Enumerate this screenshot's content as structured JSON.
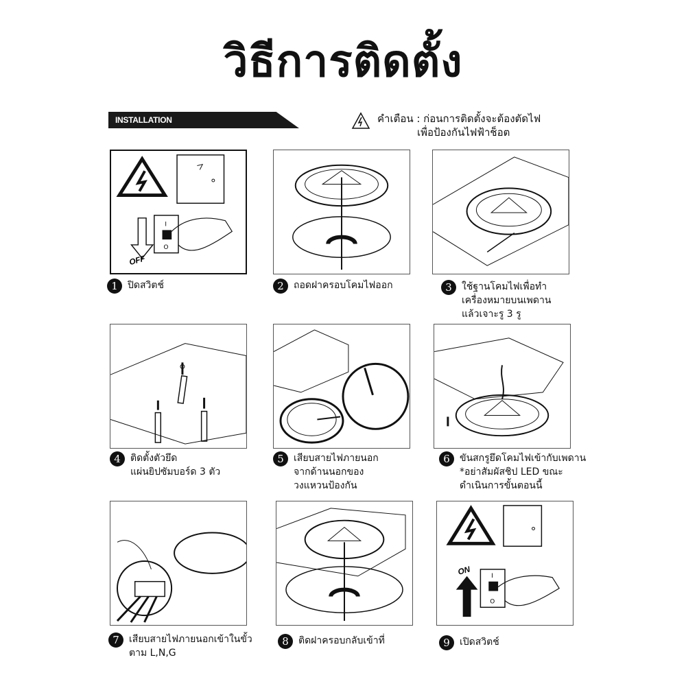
{
  "title": "วิธีการติดตั้ง",
  "banner": "INSTALLATION",
  "warning": {
    "icon": "warning-triangle-icon",
    "line1": "คำเตือน : ก่อนการติดตั้งจะต้องตัดไฟ",
    "line2": "เพื่อป้องกันไฟฟ้าช็อต"
  },
  "steps": [
    {
      "num": "1",
      "lines": [
        "ปิดสวิตช์"
      ],
      "labels": {
        "off": "OFF",
        "i": "I",
        "o": "O"
      }
    },
    {
      "num": "2",
      "lines": [
        "ถอดฝาครอบโคมไฟออก"
      ]
    },
    {
      "num": "3",
      "lines": [
        "ใช้ฐานโคมไฟเพื่อทำ",
        "เครื่องหมายบนเพดาน",
        "แล้วเจาะรู 3 รู"
      ]
    },
    {
      "num": "4",
      "lines": [
        "ติดตั้งตัวยึด",
        "แผ่นยิปซัมบอร์ด 3 ตัว"
      ]
    },
    {
      "num": "5",
      "lines": [
        "เสียบสายไฟภายนอก",
        "จากด้านนอกของ",
        "วงแหวนป้องกัน"
      ]
    },
    {
      "num": "6",
      "lines": [
        "ขันสกรูยึดโคมไฟเข้ากับเพดาน",
        "*อย่าสัมผัสชิป LED ขณะ",
        "ดำเนินการขั้นตอนนี้"
      ]
    },
    {
      "num": "7",
      "lines": [
        "เสียบสายไฟภายนอกเข้าในขั้ว",
        "ตาม L,N,G"
      ]
    },
    {
      "num": "8",
      "lines": [
        "ติดฝาครอบกลับเข้าที่"
      ]
    },
    {
      "num": "9",
      "lines": [
        "เปิดสวิตช์"
      ],
      "labels": {
        "on": "ON",
        "i": "I",
        "o": "O"
      }
    }
  ]
}
